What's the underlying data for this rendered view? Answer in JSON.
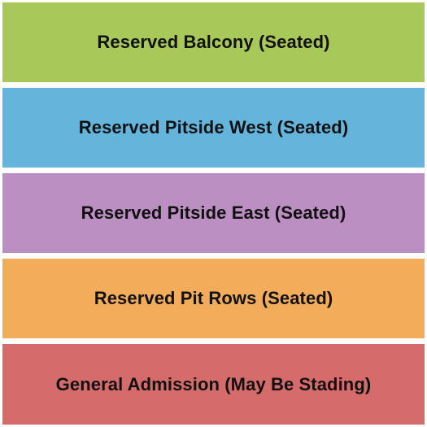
{
  "sections": [
    {
      "label": "Reserved Balcony (Seated)",
      "color": "#a8c95a"
    },
    {
      "label": "Reserved Pitside West (Seated)",
      "color": "#64b4dc"
    },
    {
      "label": "Reserved Pitside East (Seated)",
      "color": "#bc8fc2"
    },
    {
      "label": "Reserved Pit Rows (Seated)",
      "color": "#f3ac5a"
    },
    {
      "label": "General Admission (May Be Stading)",
      "color": "#d66b6b"
    }
  ]
}
